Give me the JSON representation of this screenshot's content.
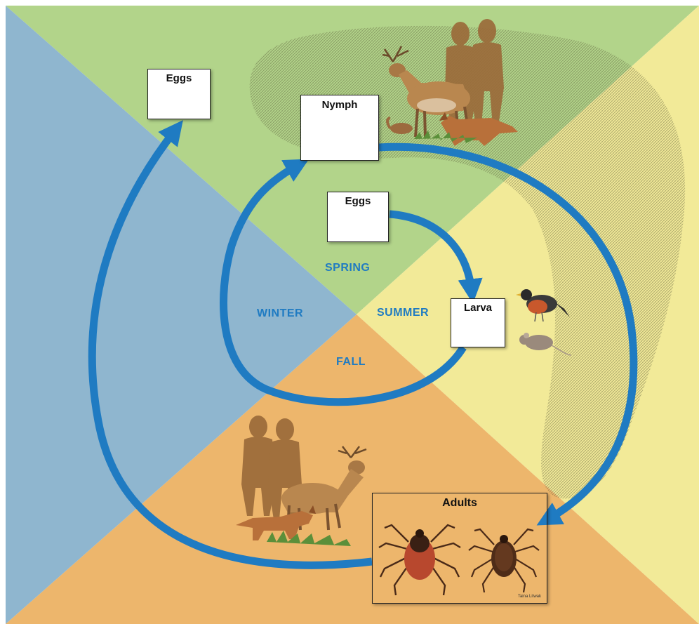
{
  "seasons": {
    "spring": "SPRING",
    "summer": "SUMMER",
    "fall": "FALL",
    "winter": "WINTER"
  },
  "stages": {
    "eggs_year2": "Eggs",
    "eggs_year1": "Eggs",
    "nymph": "Nymph",
    "larva": "Larva",
    "adults": "Adults"
  },
  "credit": "Taina Litwak",
  "colors": {
    "spring": "#b2d48a",
    "summer": "#f2ea98",
    "fall": "#edb66c",
    "winter": "#8fb6cf",
    "arrow": "#1f7bc2",
    "season_text": "#1f7bc2"
  },
  "icons": [
    "egg-cluster-icon",
    "tick-icon",
    "deer-icon",
    "fox-icon",
    "chipmunk-icon",
    "robin-icon",
    "mouse-icon",
    "human-silhouette-icon"
  ]
}
